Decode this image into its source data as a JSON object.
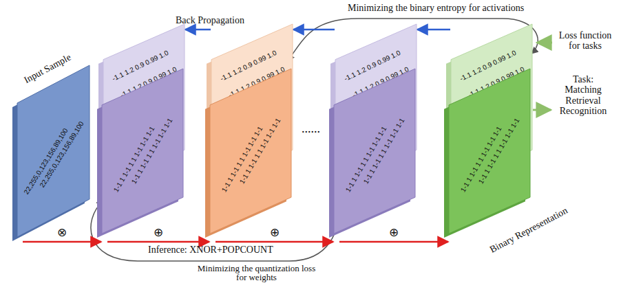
{
  "diagram": {
    "nodes": [
      {
        "text": [
          "Input Sample",
          "22,255,0,123,156,89,100",
          "22,255,0,123,156,89,100"
        ]
      },
      {
        "text": [
          "-1.1 1.2 0.9 0.99 1.0",
          "-1.1 1.2 0.9 0.99 1.0"
        ]
      },
      {
        "text": [
          "1-1 1 1-1 1 1 1-1 1-1 1-1",
          "1-1 1 1-1 1 1 1-1 1-1 1-1"
        ]
      },
      {
        "text": [
          "-1.1 1.2 0.9 0.99 1.0",
          "-1.1 1.2 0.9 0.99 1.0"
        ]
      },
      {
        "text": [
          "1-1 1 1-1 1 1 1-1 1-1 1-1",
          "1-1 1 1-1 1 1 1-1 1-1 1-1"
        ]
      },
      {
        "text": [
          "-1.1 1.2 0.9 0.99 1.0",
          "-1.1 1.2 0.9 0.99 1.0"
        ]
      },
      {
        "text": [
          "1-1 1 1-1 1 1 1-1 1-1 1-1",
          "1-1 1 1-1 1 1 1-1 1-1 1-1"
        ]
      },
      {
        "text": [
          "-1.1 1.2 0.9 0.99 1.0",
          "-1.1 1.2 0.9 0.99 1.0"
        ]
      },
      {
        "text": [
          "1-1 1 1-1 1 1 1-1 1-1 1-1",
          "1-1 1 1-1 1 1 1-1 1-1 1-1"
        ]
      }
    ],
    "edges": [
      {
        "from": 0,
        "to": 2,
        "arrow": "to",
        "label": "⊗"
      },
      {
        "from": 2,
        "to": 4,
        "arrow": "to",
        "label": "⊕"
      },
      {
        "from": 4,
        "to": 6,
        "arrow": "to",
        "label": "⊕"
      },
      {
        "from": 6,
        "to": 8,
        "arrow": "to",
        "label": "⊕"
      },
      {
        "from": 7,
        "to": 5,
        "arrow": "to"
      },
      {
        "from": 5,
        "to": 3,
        "arrow": "to"
      },
      {
        "from": 3,
        "to": 1,
        "arrow": "to"
      }
    ],
    "labels": [
      "Back Propagation",
      "Minimizing the binary entropy for activations",
      "Loss function for tasks",
      "Task: Matching Retrieval Recognition",
      "Binary Representation",
      "Inference: XNOR+POPCOUNT",
      "Minimizing the quantization loss for weights",
      "......"
    ]
  }
}
